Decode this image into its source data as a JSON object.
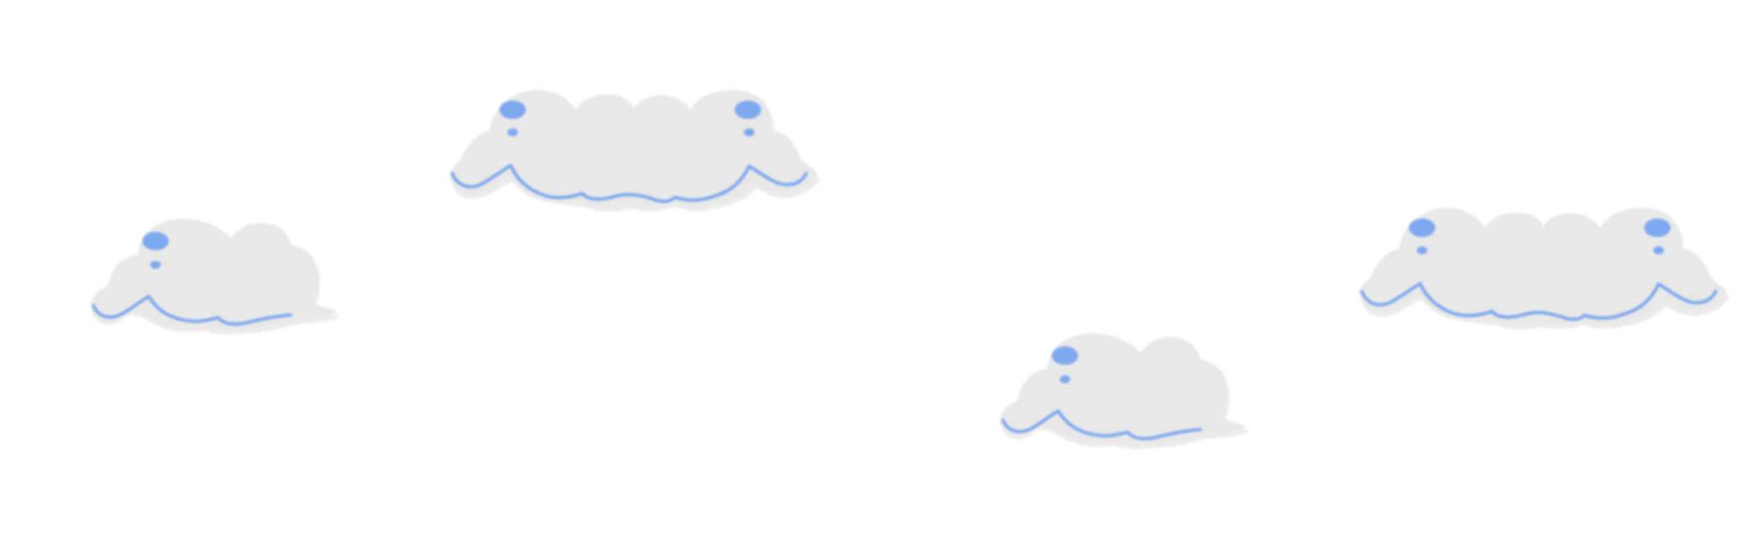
{
  "scene": {
    "background_color": "#ffffff",
    "cloud_fill_color": "#e8e8e8",
    "cloud_shadow_color": "#dadada",
    "cloud_accent_color": "#7fa9ee",
    "clouds": [
      {
        "kind": "small",
        "icon": "cloud-icon"
      },
      {
        "kind": "large",
        "icon": "cloud-icon"
      },
      {
        "kind": "small",
        "icon": "cloud-icon"
      },
      {
        "kind": "large",
        "icon": "cloud-icon"
      }
    ]
  }
}
